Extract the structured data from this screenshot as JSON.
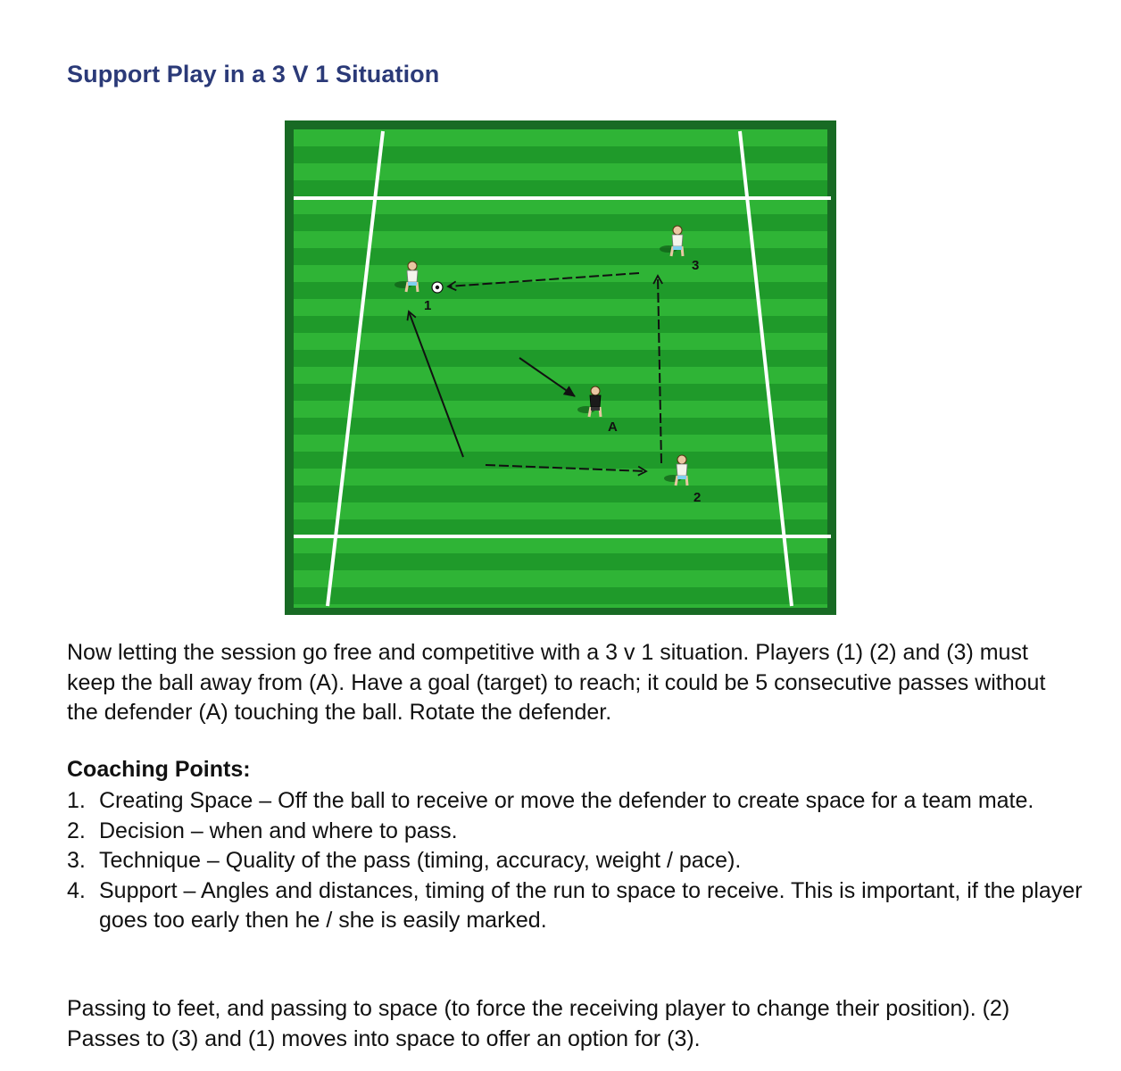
{
  "title": "Support Play in a 3 V 1 Situation",
  "diagram": {
    "colors": {
      "pitch_dark": "#1f9a2a",
      "pitch_light": "#2fb436",
      "border": "#186a24",
      "lines": "#ffffff"
    },
    "players": [
      {
        "label": "1",
        "role": "attacker"
      },
      {
        "label": "2",
        "role": "attacker"
      },
      {
        "label": "3",
        "role": "attacker"
      },
      {
        "label": "A",
        "role": "defender"
      }
    ]
  },
  "intro": "Now letting the session go free and competitive with a 3 v 1 situation. Players (1) (2) and (3) must keep the ball away from (A). Have a goal (target) to reach; it could be 5 consecutive passes without the defender (A) touching the ball. Rotate the defender.",
  "coaching_points": {
    "heading": "Coaching Points:",
    "items": [
      {
        "num": "1.",
        "text": "Creating Space – Off the ball to receive or move the defender to create space for a team mate."
      },
      {
        "num": "2.",
        "text": "Decision – when and where to pass."
      },
      {
        "num": "3.",
        "text": "Technique – Quality of the pass (timing, accuracy, weight / pace)."
      },
      {
        "num": "4.",
        "text": "Support – Angles and distances, timing of the run to space to receive. This is important, if the player goes too early then he / she is easily marked."
      }
    ]
  },
  "outro": "Passing to feet, and passing to space (to force the receiving player to change their position). (2) Passes to (3) and (1) moves into space to offer an option for (3)."
}
